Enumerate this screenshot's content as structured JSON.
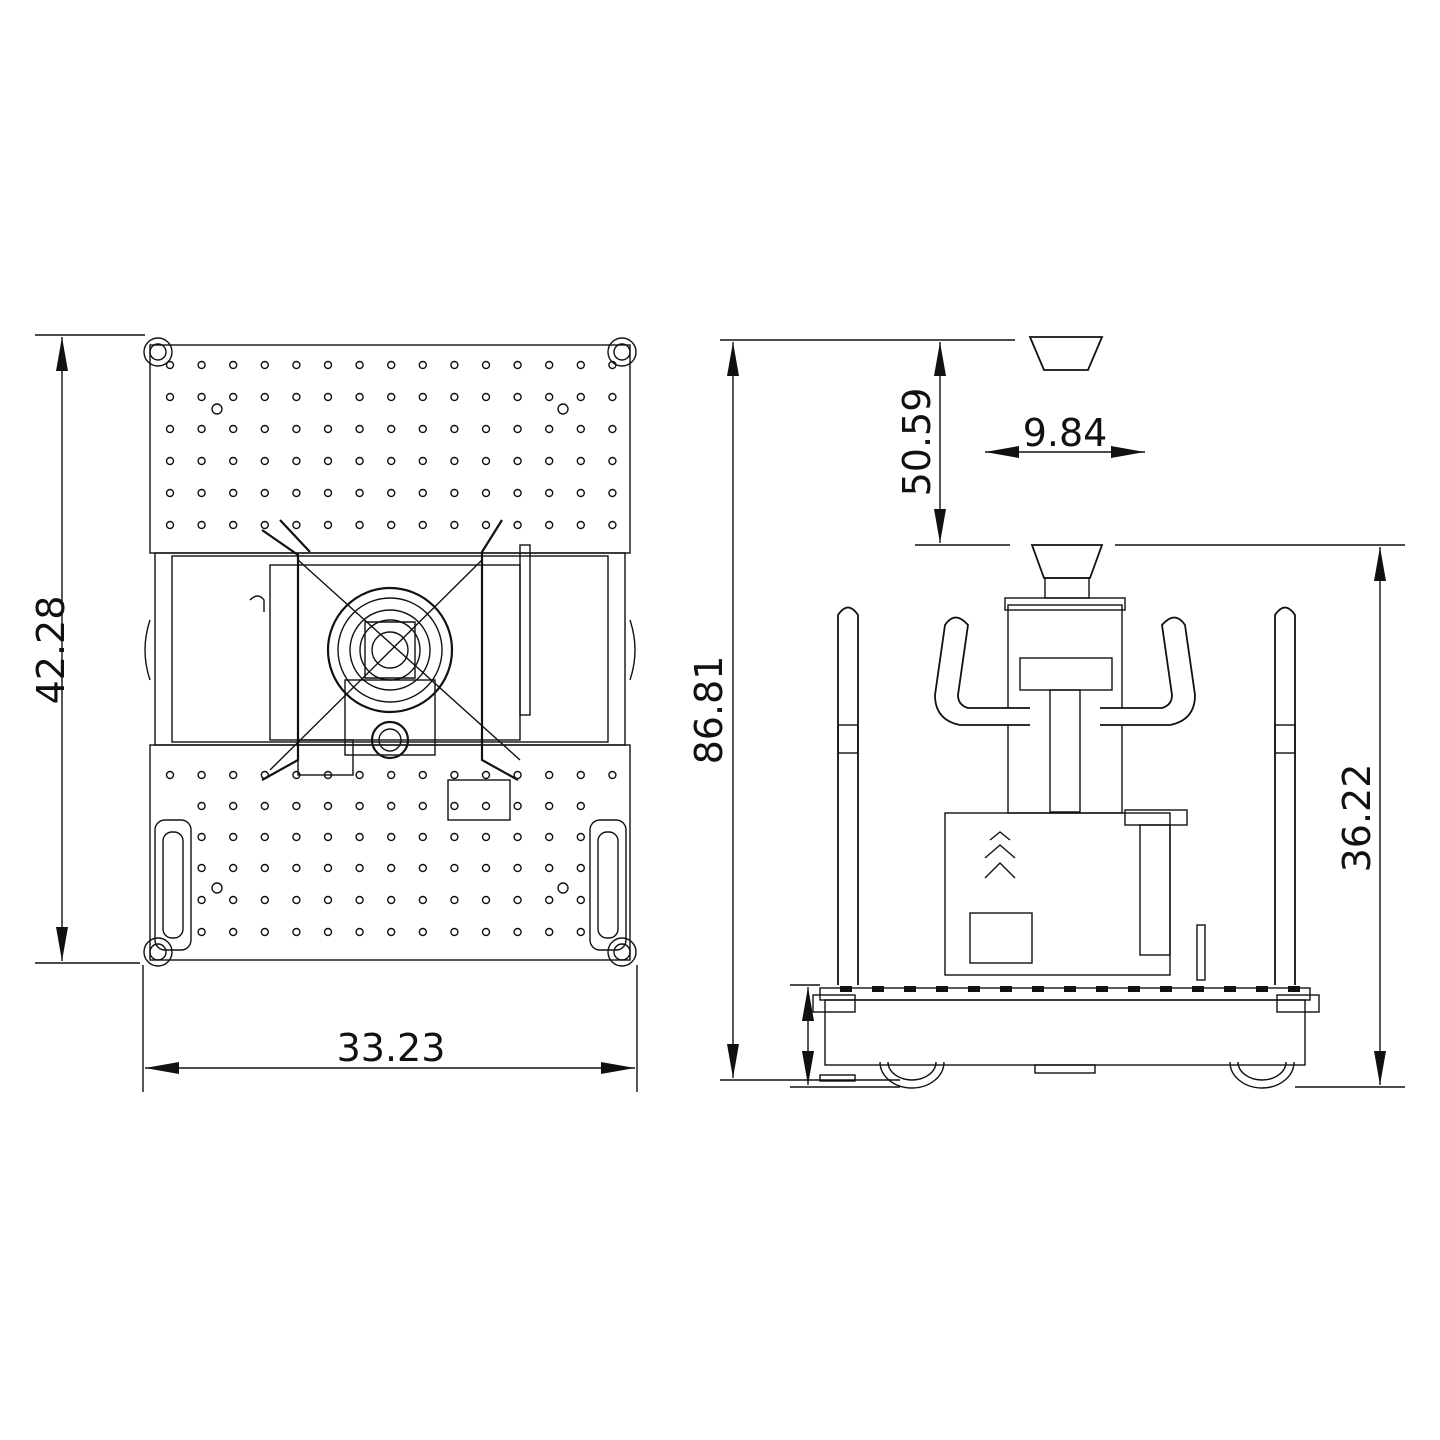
{
  "drawing": {
    "line_color": "#111111",
    "background": "#ffffff",
    "views": [
      "top-view",
      "side-view"
    ],
    "dimensions": {
      "top_depth": "42.28",
      "top_width": "33.23",
      "overall_height": "86.81",
      "cap_travel": "50.59",
      "cap_diameter": "9.84",
      "base_to_cap_height": "36.22"
    }
  }
}
